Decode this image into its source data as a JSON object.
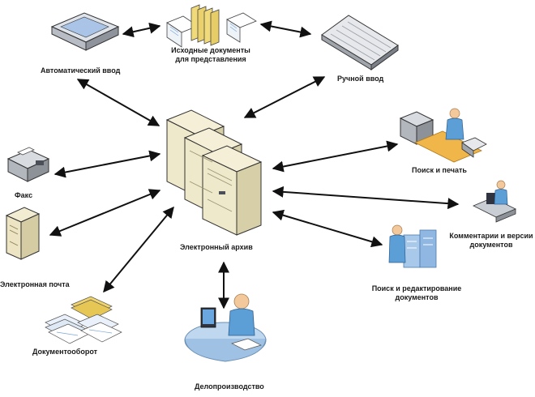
{
  "labels": {
    "auto_input": "Автоматический ввод",
    "source_docs_line1": "Исходные документы",
    "source_docs_line2": "для представления",
    "manual_input": "Ручной ввод",
    "fax": "Факс",
    "email": "Электронная почта",
    "workflow": "Документооборот",
    "archive": "Электронный архив",
    "records": "Делопроизводство",
    "search_print": "Поиск и печать",
    "comments_line1": "Комментарии и версии",
    "comments_line2": "документов",
    "search_edit_line1": "Поиск и редактирование",
    "search_edit_line2": "документов"
  },
  "icons": {
    "scanner": "scanner-icon",
    "documents": "documents-stack-icon",
    "keyboard": "keyboard-icon",
    "fax": "fax-icon",
    "mail": "mail-server-icon",
    "workflow": "workflow-documents-icon",
    "servers": "server-cluster-icon",
    "clerk": "clerk-at-desk-icon",
    "print": "print-station-icon",
    "comments": "workstation-icon",
    "edit": "edit-user-icon"
  },
  "colors": {
    "arrow": "#111111",
    "server_body": "#efe9cc",
    "server_side": "#d6cfa8",
    "person_blue": "#5b9fd6",
    "desk_blue": "#bfd8ef",
    "paper_yellow": "#f1da7a"
  }
}
